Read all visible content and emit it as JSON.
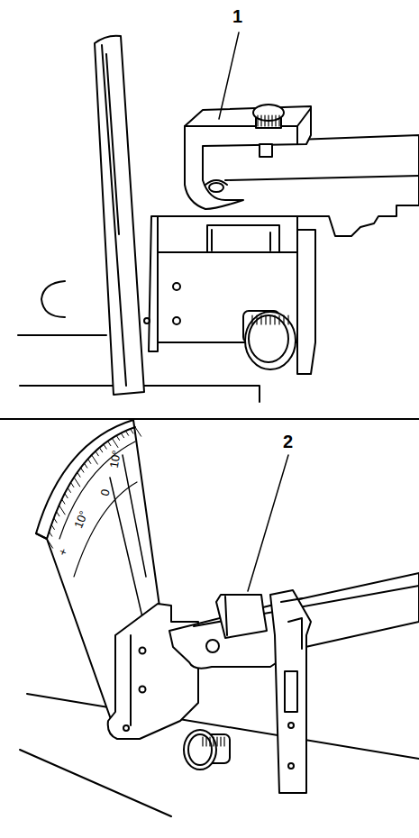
{
  "diagram": {
    "labels": [
      "1",
      "2",
      "+",
      "10°",
      "0",
      "10°"
    ]
  }
}
